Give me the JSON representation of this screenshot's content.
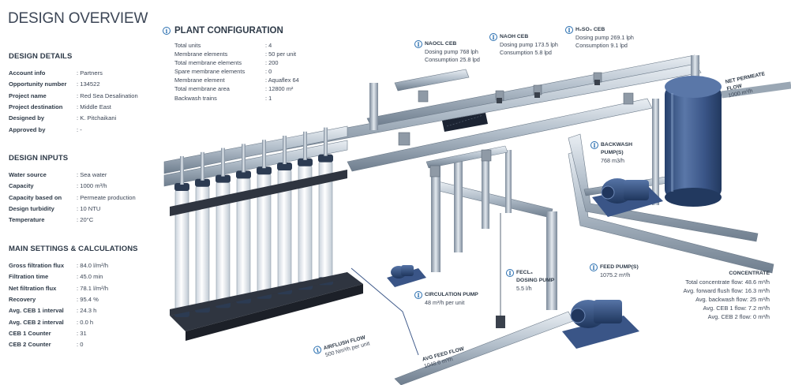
{
  "title": "DESIGN OVERVIEW",
  "design_details": {
    "heading": "DESIGN DETAILS",
    "rows": [
      {
        "label": "Account info",
        "value": "Partners"
      },
      {
        "label": "Opportunity number",
        "value": "134522"
      },
      {
        "label": "Project name",
        "value": "Red Sea Desalination"
      },
      {
        "label": "Project destination",
        "value": "Middle East"
      },
      {
        "label": "Designed by",
        "value": "K. Pitchaikani"
      },
      {
        "label": "Approved by",
        "value": "-"
      }
    ]
  },
  "design_inputs": {
    "heading": "DESIGN INPUTS",
    "rows": [
      {
        "label": "Water source",
        "value": "Sea water"
      },
      {
        "label": "Capacity",
        "value": "1000 m³/h"
      },
      {
        "label": "Capacity based on",
        "value": "Permeate production"
      },
      {
        "label": "Design turbidity",
        "value": "10 NTU"
      },
      {
        "label": "Temperature",
        "value": "20°C"
      }
    ]
  },
  "main_settings": {
    "heading": "MAIN SETTINGS & CALCULATIONS",
    "rows": [
      {
        "label": "Gross filtration flux",
        "value": "84.0 l/m²/h"
      },
      {
        "label": "Filtration time",
        "value": "45.0 min"
      },
      {
        "label": "Net filtration flux",
        "value": "78.1 l/m²/h"
      },
      {
        "label": "Recovery",
        "value": "95.4 %"
      },
      {
        "label": "Avg. CEB 1 interval",
        "value": "24.3 h"
      },
      {
        "label": "Avg. CEB 2 interval",
        "value": "0.0 h"
      },
      {
        "label": "CEB 1 Counter",
        "value": "31"
      },
      {
        "label": "CEB 2 Counter",
        "value": "0"
      }
    ]
  },
  "plant_configuration": {
    "heading": "PLANT CONFIGURATION",
    "rows": [
      {
        "label": "Total units",
        "value": "4"
      },
      {
        "label": "Membrane elements",
        "value": "50 per unit"
      },
      {
        "label": "Total membrane elements",
        "value": "200"
      },
      {
        "label": "Spare membrane elements",
        "value": "0"
      },
      {
        "label": "Membrane element",
        "value": "Aquaflex 64"
      },
      {
        "label": "Total membrane area",
        "value": "12800 m²"
      },
      {
        "label": "Backwash trains",
        "value": "1"
      }
    ]
  },
  "callouts": {
    "naocl_ceb": {
      "heading": "NaOCl CEB",
      "line1": "Dosing pump 768 lph",
      "line2": "Consumption 25.8 lpd"
    },
    "naoh_ceb": {
      "heading": "NaOH CEB",
      "line1": "Dosing pump 173.5 lph",
      "line2": "Consumption 5.8 lpd"
    },
    "h2so4_ceb": {
      "heading": "H₂SO₄ CEB",
      "line1": "Dosing pump 269.1 lph",
      "line2": "Consumption 9.1 lpd"
    },
    "backwash_pumps": {
      "heading1": "BACKWASH",
      "heading2": "PUMP(S)",
      "line1": "768 m3/h"
    },
    "circulation_pump": {
      "heading": "CIRCULATION PUMP",
      "line1": "48 m³/h per unit"
    },
    "fecl3_dosing": {
      "heading1": "FeCl₃",
      "heading2": "DOSING PUMP",
      "line1": "5.5 l/h"
    },
    "feed_pumps": {
      "heading": "FEED PUMP(S)",
      "line1": "1075.2 m³/h"
    },
    "net_permeate": {
      "heading1": "NET PERMEATE",
      "heading2": "FLOW",
      "line1": "1000 m³/h"
    },
    "airflush": {
      "heading": "AIRFLUSH FLOW",
      "line1": "500 Nm³/h per unit"
    },
    "avg_feed": {
      "heading": "AVG FEED FLOW",
      "line1": "1048.6 m³/h"
    }
  },
  "concentrate": {
    "heading": "CONCENTRATE",
    "rows": [
      "Total concentrate flow: 48.6 m³/h",
      "Avg. forward flush flow: 16.3 m³/h",
      "Avg. backwash flow: 25 m³/h",
      "Avg. CEB 1 flow: 7.2 m³/h",
      "Avg. CEB 2 flow: 0 m³/h"
    ]
  },
  "colors": {
    "info_icon": "#2a6fb0",
    "pipe": "#9aa7b4",
    "tank": "#3e5a8a",
    "pump": "#2b4a7c"
  }
}
